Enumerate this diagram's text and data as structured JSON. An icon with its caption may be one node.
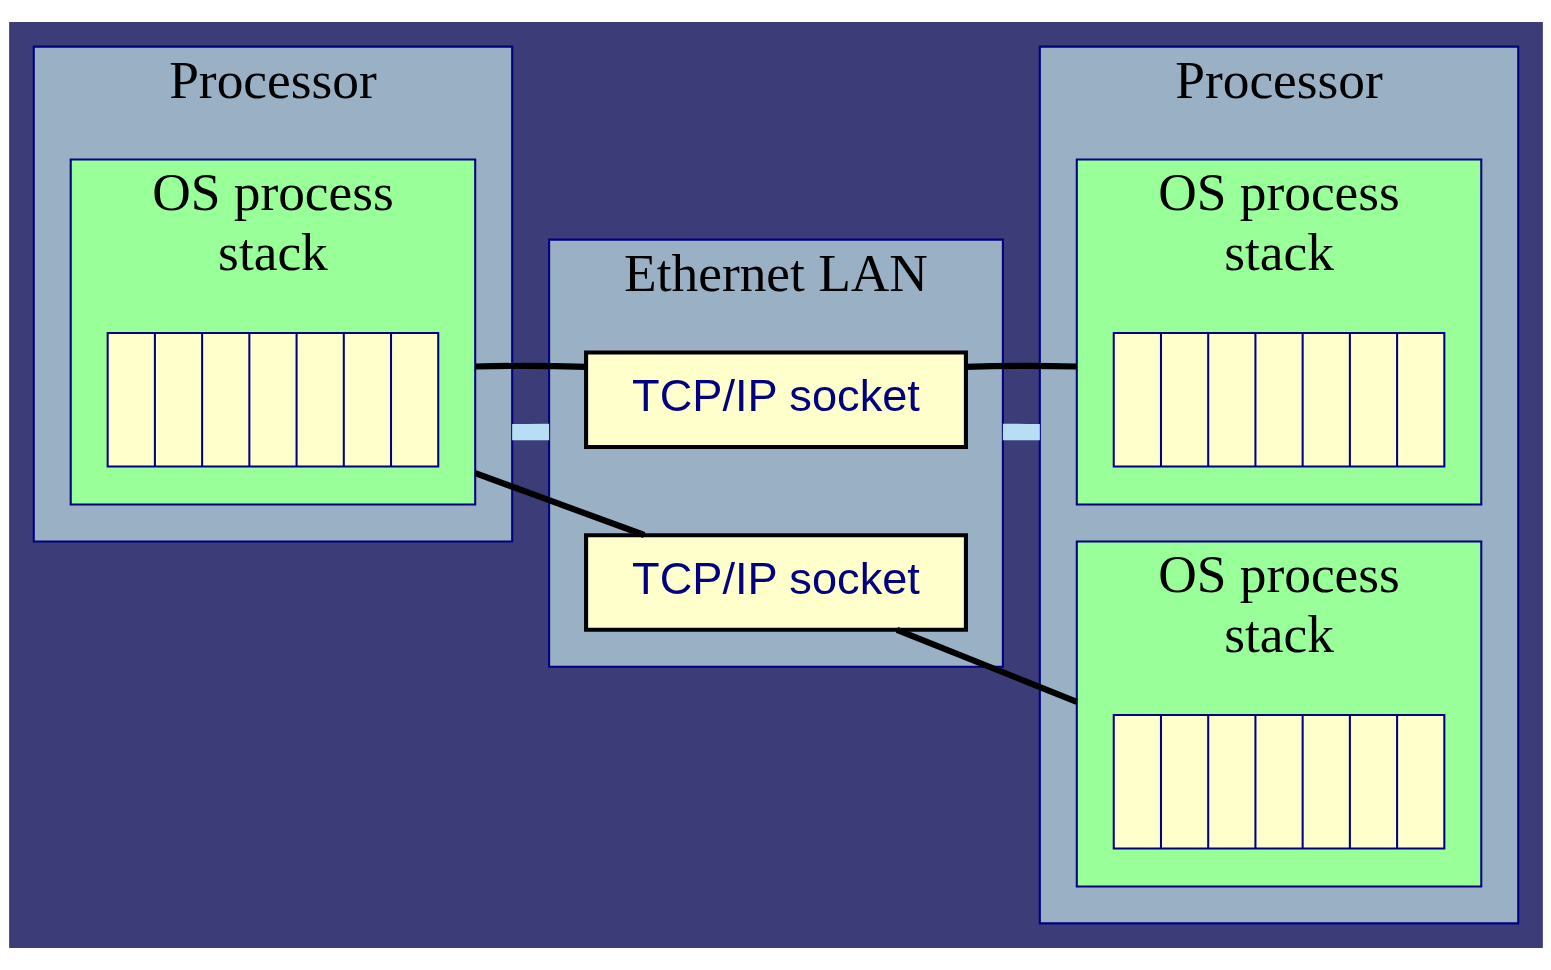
{
  "diagram": {
    "nodes": [
      {
        "text": [
          "Processor"
        ]
      },
      {
        "text": [
          "OS process",
          "stack"
        ],
        "in": 0
      },
      {
        "text": [],
        "shape": "box",
        "in": 1
      },
      {
        "text": [
          "Ethernet LAN"
        ]
      },
      {
        "text": [
          "TCP/IP socket"
        ],
        "in": 3
      },
      {
        "text": [
          "TCP/IP socket"
        ],
        "in": 3
      },
      {
        "text": [
          "Processor"
        ]
      },
      {
        "text": [
          "OS process",
          "stack"
        ],
        "in": 6
      },
      {
        "text": [],
        "shape": "box",
        "in": 7
      },
      {
        "text": [
          "OS process",
          "stack"
        ],
        "in": 6
      },
      {
        "text": [],
        "shape": "box",
        "in": 9
      }
    ],
    "edges": [
      {
        "from": 0,
        "to": 3,
        "arrow": "none",
        "style": "thick",
        "color": "#b8def5"
      },
      {
        "from": 3,
        "to": 6,
        "arrow": "none",
        "style": "thick",
        "color": "#b8def5"
      },
      {
        "from": 1,
        "to": 4,
        "arrow": "none"
      },
      {
        "from": 1,
        "to": 5,
        "arrow": "none"
      },
      {
        "from": 4,
        "to": 7,
        "arrow": "none"
      },
      {
        "from": 5,
        "to": 9,
        "arrow": "none"
      }
    ]
  }
}
